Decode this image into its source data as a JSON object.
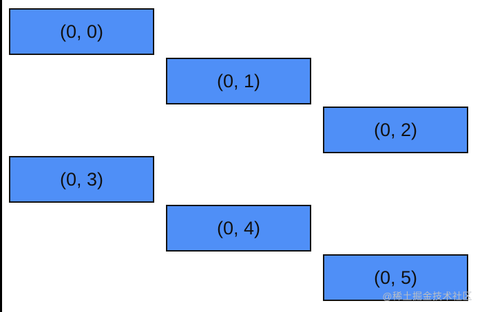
{
  "colors": {
    "box_fill": "#4f8ff7",
    "box_border": "#111111",
    "background": "#ffffff"
  },
  "cells": [
    {
      "label": "(0, 0)"
    },
    {
      "label": "(0, 1)"
    },
    {
      "label": "(0, 2)"
    },
    {
      "label": "(0, 3)"
    },
    {
      "label": "(0, 4)"
    },
    {
      "label": "(0, 5)"
    }
  ],
  "watermark": {
    "text": "@稀土掘金技术社区"
  }
}
